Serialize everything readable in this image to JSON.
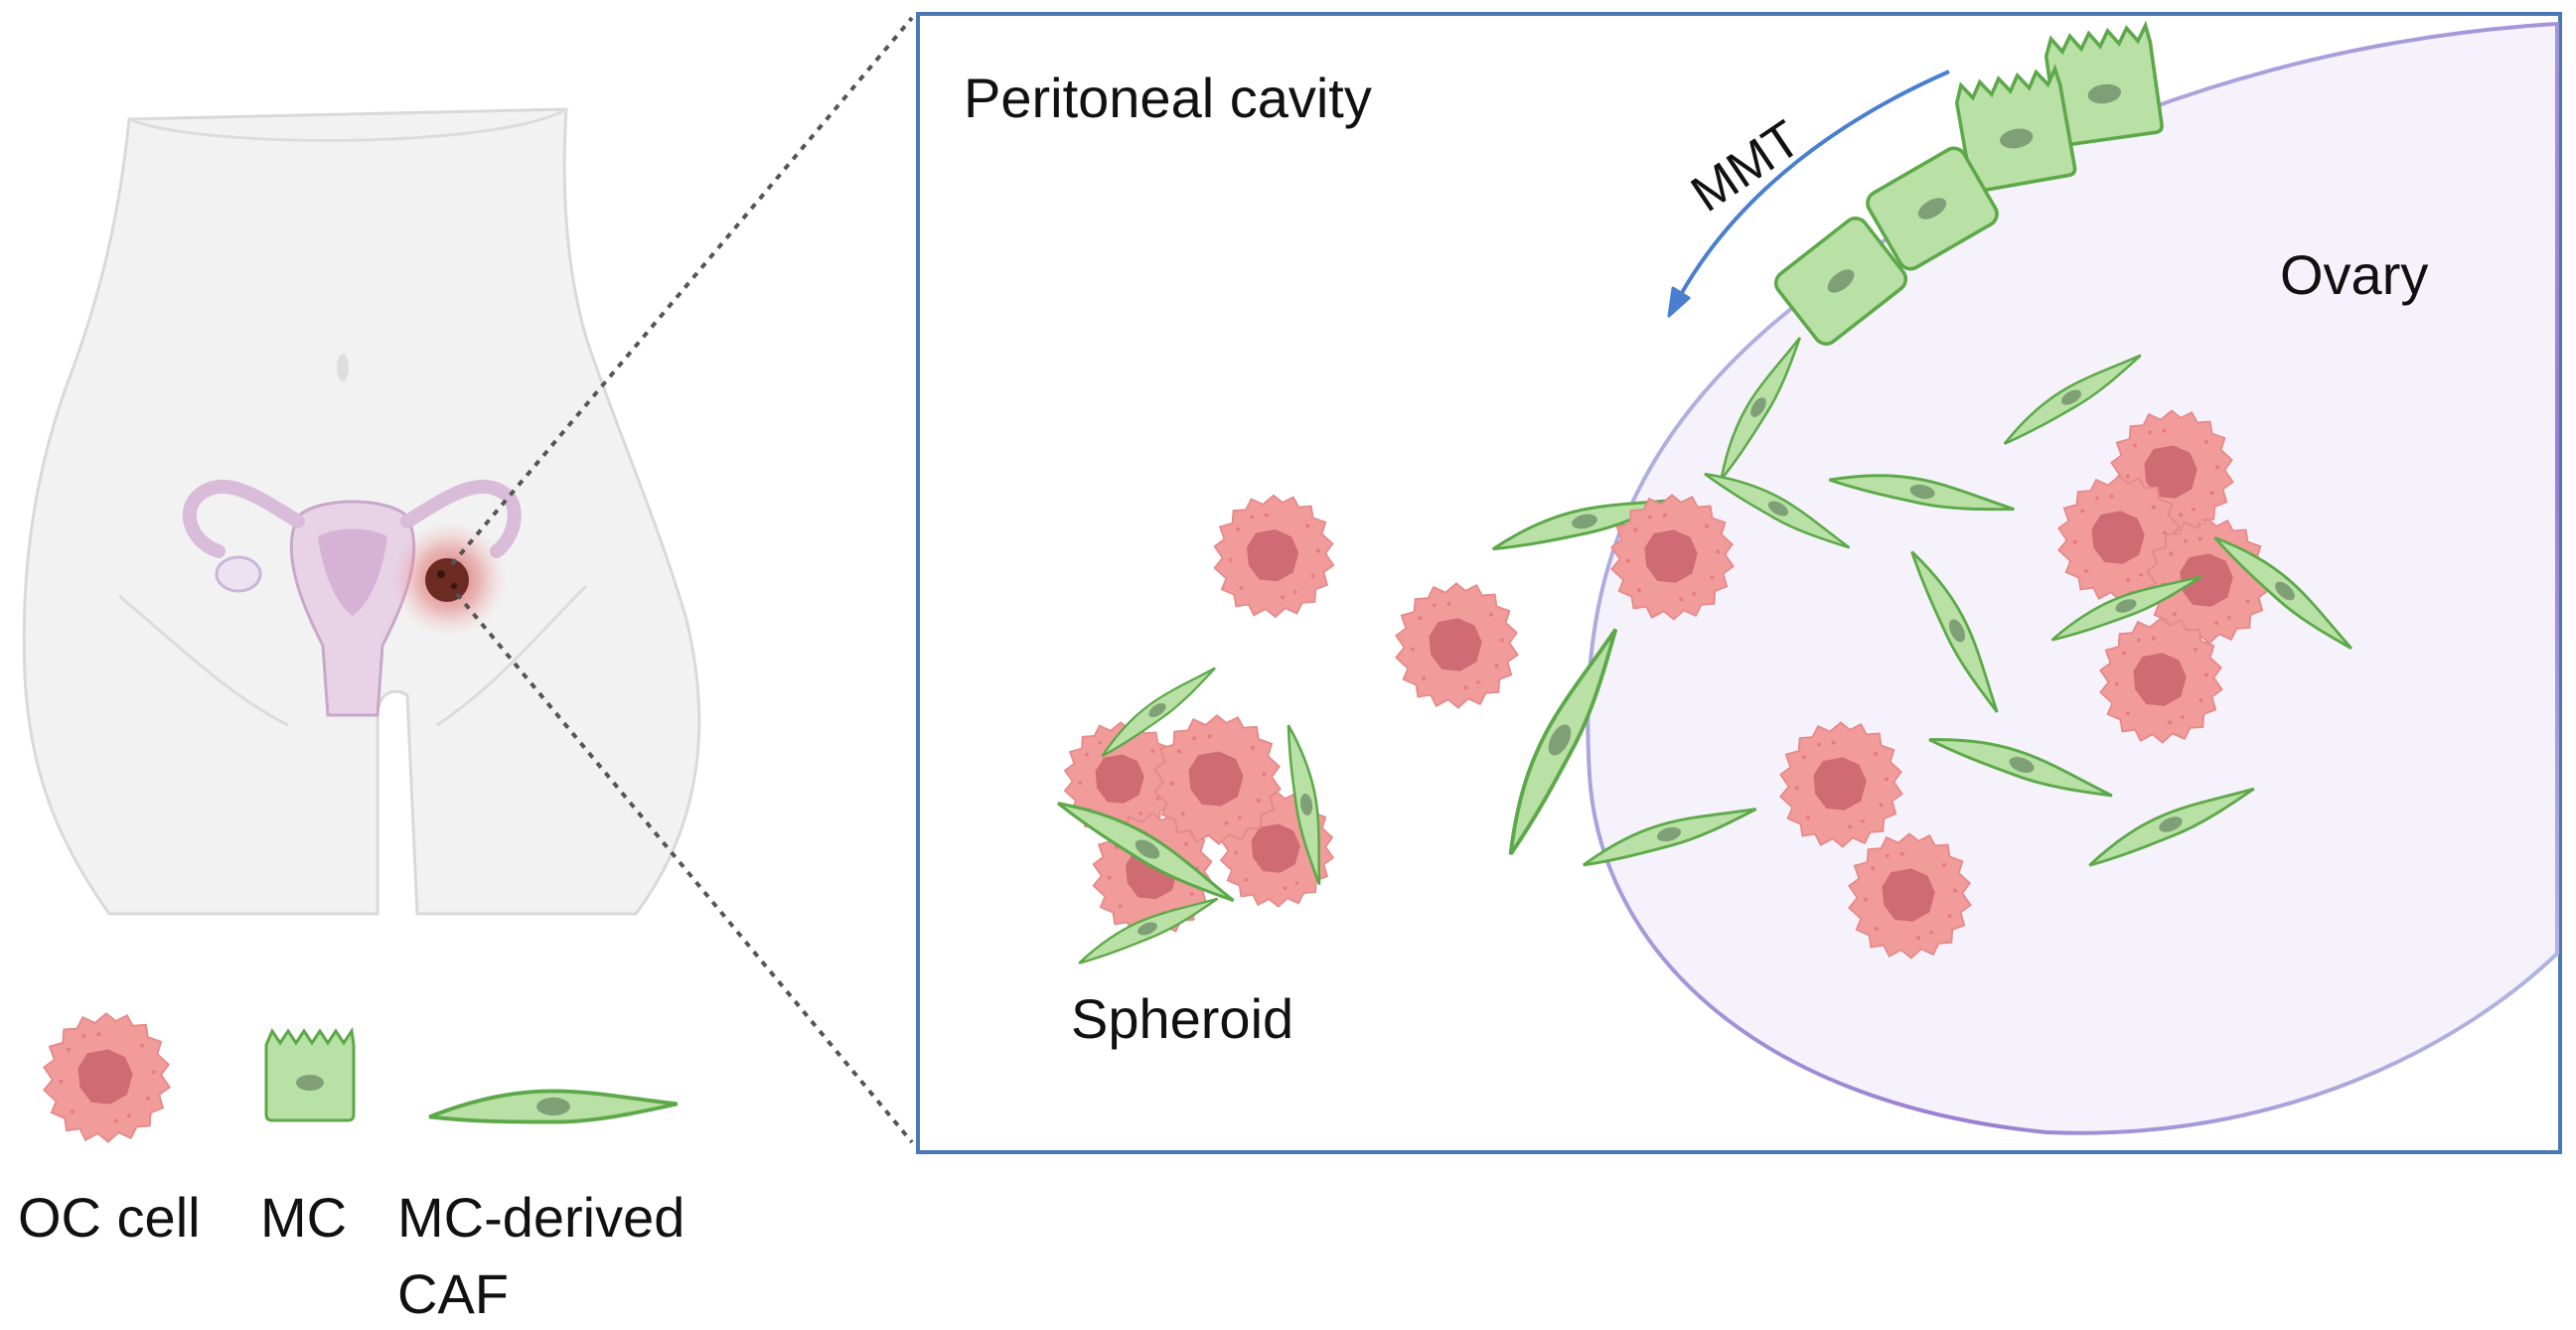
{
  "labels": {
    "cavity": "Peritoneal cavity",
    "mmt": "MMT",
    "ovary": "Ovary",
    "spheroid": "Spheroid"
  },
  "legend": {
    "oc_cell": "OC cell",
    "mc": "MC",
    "caf_line1": "MC-derived",
    "caf_line2": "CAF"
  },
  "colors": {
    "oc_fill": "#f29b9b",
    "oc_nucleus": "#cf6b72",
    "mc_fill": "#b9e0a5",
    "mc_stroke": "#5da94a",
    "nucleus_green": "#7f9f76",
    "frame_stroke": "#4a78b5",
    "ovary_fill": "#f6f2fb",
    "arrow": "#4a7fd0",
    "tumor": "#6b2a22"
  },
  "icons": [
    "body-silhouette-icon",
    "uterus-icon",
    "tumor-icon",
    "oc-cell-icon",
    "mc-cell-icon",
    "caf-cell-icon",
    "mmt-arrow-icon"
  ]
}
